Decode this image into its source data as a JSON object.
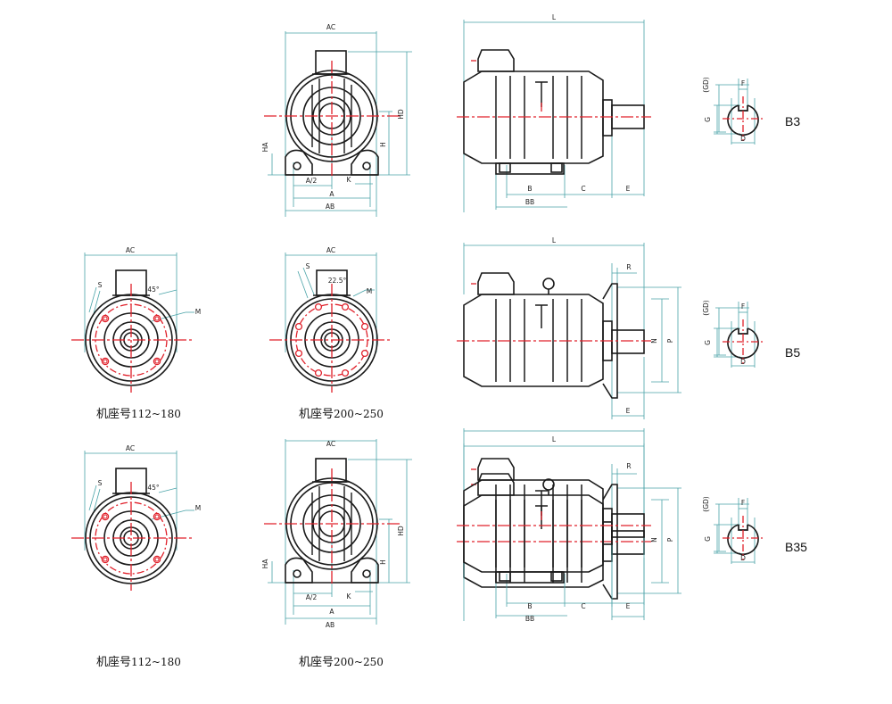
{
  "colors": {
    "outline": "#1a1a1a",
    "centerline": "#e0202a",
    "dimension": "#4aa3a8",
    "dim_text": "#222222"
  },
  "mounting_types": [
    {
      "label": "B3"
    },
    {
      "label": "B5"
    },
    {
      "label": "B35"
    }
  ],
  "captions": {
    "frame_small_prefix": "机座号",
    "frame_small_range": "112~180",
    "frame_large_prefix": "机座号",
    "frame_large_range": "200~250"
  },
  "dimension_labels": {
    "AC": "AC",
    "HD": "HD",
    "HA": "HA",
    "H": "H",
    "A_half": "A/2",
    "A": "A",
    "AB": "AB",
    "K": "K",
    "L": "L",
    "B": "B",
    "BB": "BB",
    "C": "C",
    "E": "E",
    "R": "R",
    "N": "N",
    "P": "P",
    "S": "S",
    "M": "M",
    "angle": "45°",
    "angle2": "22.5°",
    "GD": "(GD)",
    "F": "F",
    "G": "G",
    "D": "D"
  }
}
